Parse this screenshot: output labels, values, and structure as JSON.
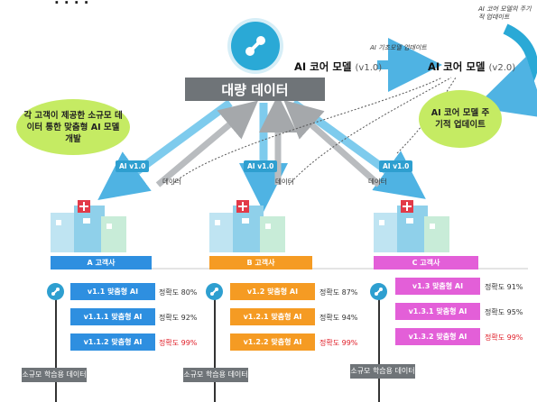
{
  "title_fragment": "· · · ·",
  "center": {
    "bigdata": "대량 데이터"
  },
  "models": {
    "v1": {
      "name": "AI 코어 모델",
      "ver": "(v1.0)"
    },
    "v2": {
      "name": "AI 코어 모델",
      "ver": "(v2.0)"
    },
    "update_label": "AI 기초모델 업데이트",
    "corner_label": "AI 코어 모델의 주기적 업데이트"
  },
  "bubbles": {
    "left": "각 고객이 제공한 소규모 데이터 통한 맞춤형 AI 모델 개발",
    "right": "AI 코어 모델 주기적 업데이트"
  },
  "branches": [
    {
      "ai_version": "AI v1.0",
      "data_label": "데이터",
      "customer": "A 고객사",
      "color": "#2e8fe0",
      "models": [
        {
          "label": "v1.1 맞춤형 AI",
          "accuracy": "정확도 80%",
          "highlight": false
        },
        {
          "label": "v1.1.1 맞춤형 AI",
          "accuracy": "정확도 92%",
          "highlight": false
        },
        {
          "label": "v1.1.2 맞춤형 AI",
          "accuracy": "정확도 99%",
          "highlight": true
        }
      ],
      "small_data": "소규모 학습용 데이터"
    },
    {
      "ai_version": "AI v1.0",
      "data_label": "데이터",
      "customer": "B 고객사",
      "color": "#f59b23",
      "models": [
        {
          "label": "v1.2 맞춤형 AI",
          "accuracy": "정확도 87%",
          "highlight": false
        },
        {
          "label": "v1.2.1 맞춤형 AI",
          "accuracy": "정확도 94%",
          "highlight": false
        },
        {
          "label": "v1.2.2 맞춤형 AI",
          "accuracy": "정확도 99%",
          "highlight": true
        }
      ],
      "small_data": "소규모 학습용 데이터"
    },
    {
      "ai_version": "AI v1.0",
      "data_label": "데이터",
      "customer": "C 고객사",
      "color": "#e35fd8",
      "models": [
        {
          "label": "v1.3 맞춤형 AI",
          "accuracy": "정확도 91%",
          "highlight": false
        },
        {
          "label": "v1.3.1 맞춤형 AI",
          "accuracy": "정확도 95%",
          "highlight": false
        },
        {
          "label": "v1.3.2 맞춤형 AI",
          "accuracy": "정확도 99%",
          "highlight": true
        }
      ],
      "small_data": "소규모 학습용 데이터"
    }
  ],
  "colors": {
    "bigdata_bg": "#6f7478",
    "accent": "#2aa9d6",
    "bubble": "#c5eb63",
    "highlight_text": "#e0202a"
  },
  "icons": [
    "link-node-icon",
    "hospital-building-icon"
  ]
}
